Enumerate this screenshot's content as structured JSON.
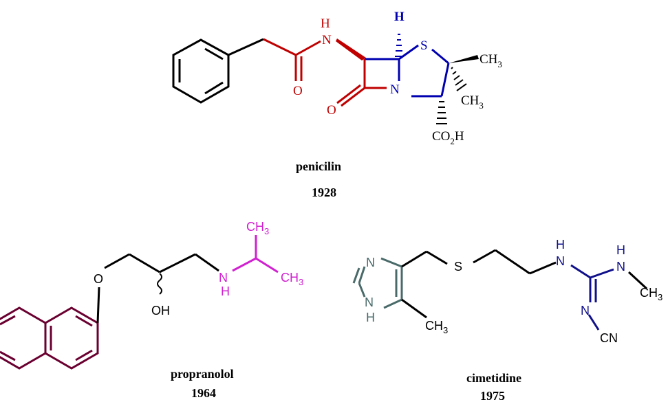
{
  "colors": {
    "black": "#000000",
    "red": "#c00000",
    "blue": "#0000b0",
    "magenta": "#d020d0",
    "maroon": "#6a0030",
    "slate": "#4a6a6a",
    "navy": "#10108a"
  },
  "penicillin": {
    "name": "penicilin",
    "year": "1928",
    "atoms": {
      "nh_h": "H",
      "nh_n": "N",
      "o_amide": "O",
      "h_top": "H",
      "s": "S",
      "n_ring": "N",
      "o_lactam": "O",
      "ch3_top": "CH",
      "ch3_top_sub": "3",
      "ch3_bottom": "CH",
      "ch3_bottom_sub": "3",
      "co2h_a": "CO",
      "co2h_sub": "2",
      "co2h_b": "H"
    }
  },
  "propranolol": {
    "name": "propranolol",
    "year": "1964",
    "atoms": {
      "o": "O",
      "oh": "OH",
      "nh_n": "N",
      "nh_h": "H",
      "ch3_top": "CH",
      "ch3_top_sub": "3",
      "ch3_right": "CH",
      "ch3_right_sub": "3"
    }
  },
  "cimetidine": {
    "name": "cimetidine",
    "year": "1975",
    "atoms": {
      "n_top": "N",
      "nh_n": "N",
      "nh_h": "H",
      "ch3": "CH",
      "ch3_sub": "3",
      "s": "S",
      "nh1_h": "H",
      "nh1_n": "N",
      "nh2_h": "H",
      "nh2_n": "N",
      "ch3_right": "CH",
      "ch3_right_sub": "3",
      "n_imine": "N",
      "cn": "CN"
    }
  }
}
